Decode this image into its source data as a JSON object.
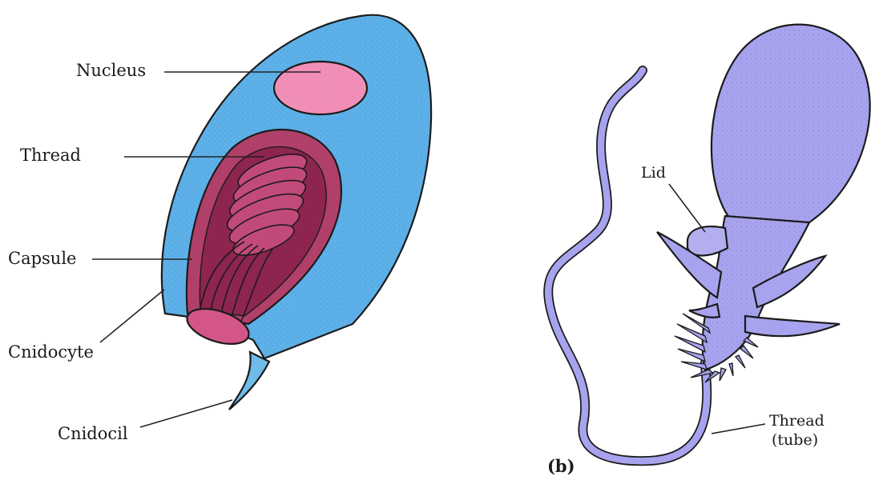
{
  "panel_a": {
    "labels": {
      "nucleus": "Nucleus",
      "thread": "Thread",
      "capsule": "Capsule",
      "cnidocyte": "Cnidocyte",
      "cnidocil": "Cnidocil"
    }
  },
  "panel_b": {
    "labels": {
      "lid": "Lid",
      "thread_line1": "Thread",
      "thread_line2": "(tube)"
    },
    "panel_letter": "(b)"
  },
  "colors": {
    "cell_blue": "#5db0e8",
    "nucleus_pink": "#f28fb8",
    "capsule_magenta": "#b0406a",
    "capsule_dark": "#8d2550",
    "nematocyst_lavender": "#a7a3ee"
  }
}
